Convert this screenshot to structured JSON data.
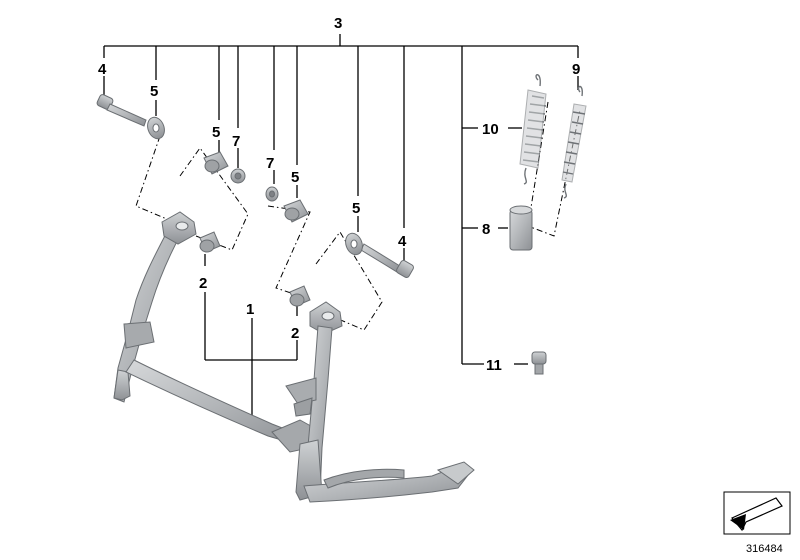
{
  "callouts": {
    "c3": "3",
    "c4a": "4",
    "c5a": "5",
    "c5b": "5",
    "c7a": "7",
    "c7b": "7",
    "c5c": "5",
    "c5d": "5",
    "c4b": "4",
    "c9": "9",
    "c10": "10",
    "c8": "8",
    "c11": "11",
    "c2a": "2",
    "c2b": "2",
    "c1": "1"
  },
  "reference_number": "316484",
  "colors": {
    "part_fill": "#b9bcbf",
    "part_stroke": "#6b6f73",
    "line": "#000000",
    "background": "#ffffff"
  },
  "icons": {
    "corner_badge": "folded-sheet-arrow-icon"
  }
}
